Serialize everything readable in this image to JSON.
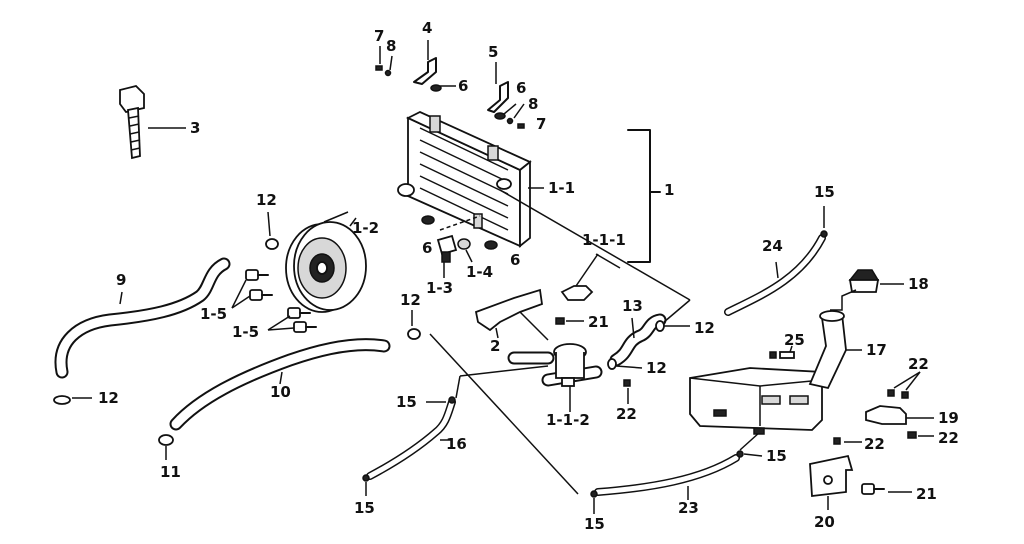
{
  "labels": {
    "l1": "1",
    "l1_1": "1-1",
    "l1_1_1": "1-1-1",
    "l1_1_2": "1-1-2",
    "l1_2": "1-2",
    "l1_3": "1-3",
    "l1_4": "1-4",
    "l1_5a": "1-5",
    "l1_5b": "1-5",
    "l2": "2",
    "l3": "3",
    "l4": "4",
    "l5": "5",
    "l6a": "6",
    "l6b": "6",
    "l6c": "6",
    "l6d": "6",
    "l7a": "7",
    "l7b": "7",
    "l8a": "8",
    "l8b": "8",
    "l9": "9",
    "l10": "10",
    "l11": "11",
    "l12a": "12",
    "l12b": "12",
    "l12c": "12",
    "l12d": "12",
    "l12e": "12",
    "l13": "13",
    "l15a": "15",
    "l15b": "15",
    "l15c": "15",
    "l15d": "15",
    "l15e": "15",
    "l16": "16",
    "l17": "17",
    "l18": "18",
    "l19": "19",
    "l20": "20",
    "l21a": "21",
    "l21b": "21",
    "l22a": "22",
    "l22b": "22",
    "l22c": "22",
    "l22d": "22",
    "l23": "23",
    "l24": "24",
    "l25": "25"
  }
}
